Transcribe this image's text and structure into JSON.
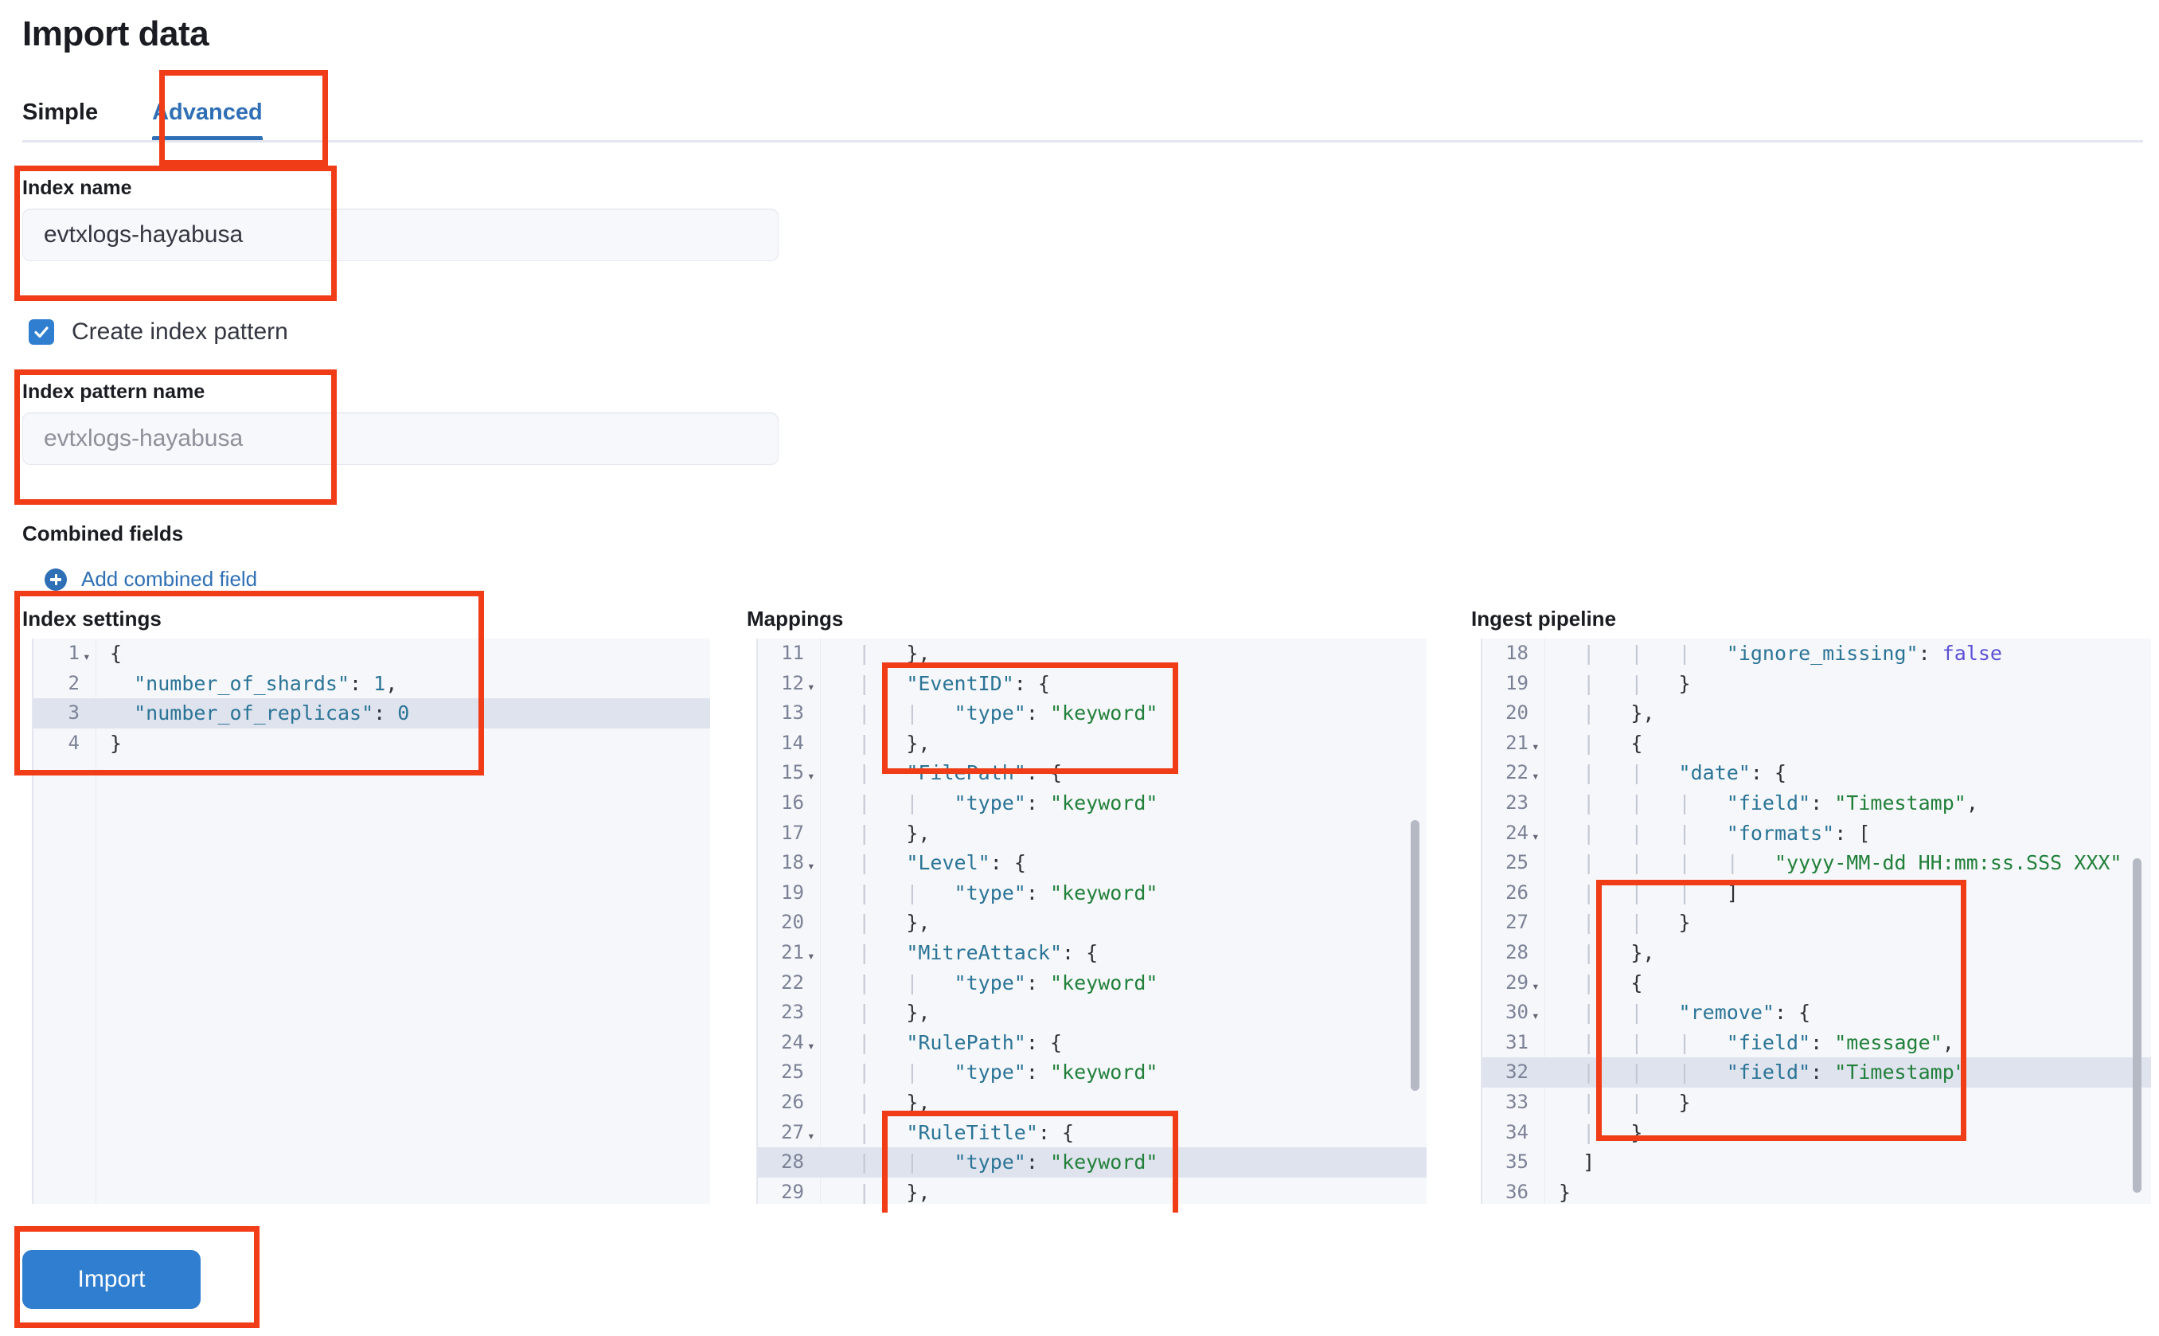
{
  "page": {
    "title": "Import data"
  },
  "tabs": [
    {
      "label": "Simple",
      "active": false
    },
    {
      "label": "Advanced",
      "active": true
    }
  ],
  "form": {
    "index_name": {
      "label": "Index name",
      "value": "evtxlogs-hayabusa"
    },
    "create_index_pattern": {
      "label": "Create index pattern",
      "checked": true
    },
    "index_pattern_name": {
      "label": "Index pattern name",
      "placeholder": "evtxlogs-hayabusa"
    },
    "combined_fields": {
      "label": "Combined fields",
      "add_link": "Add combined field"
    }
  },
  "editors": {
    "index_settings": {
      "title": "Index settings",
      "highlighted_line": 3,
      "lines": [
        {
          "n": 1,
          "fold": true,
          "text": "{"
        },
        {
          "n": 2,
          "fold": false,
          "text": "  \"number_of_shards\": 1,"
        },
        {
          "n": 3,
          "fold": false,
          "text": "  \"number_of_replicas\": 0"
        },
        {
          "n": 4,
          "fold": false,
          "text": "}"
        }
      ]
    },
    "mappings": {
      "title": "Mappings",
      "highlighted_line": 28,
      "lines": [
        {
          "n": 11,
          "fold": false,
          "text": "  |   },"
        },
        {
          "n": 12,
          "fold": true,
          "text": "  |   \"EventID\": {"
        },
        {
          "n": 13,
          "fold": false,
          "text": "  |   |   \"type\": \"keyword\""
        },
        {
          "n": 14,
          "fold": false,
          "text": "  |   },"
        },
        {
          "n": 15,
          "fold": true,
          "text": "  |   \"FilePath\": {"
        },
        {
          "n": 16,
          "fold": false,
          "text": "  |   |   \"type\": \"keyword\""
        },
        {
          "n": 17,
          "fold": false,
          "text": "  |   },"
        },
        {
          "n": 18,
          "fold": true,
          "text": "  |   \"Level\": {"
        },
        {
          "n": 19,
          "fold": false,
          "text": "  |   |   \"type\": \"keyword\""
        },
        {
          "n": 20,
          "fold": false,
          "text": "  |   },"
        },
        {
          "n": 21,
          "fold": true,
          "text": "  |   \"MitreAttack\": {"
        },
        {
          "n": 22,
          "fold": false,
          "text": "  |   |   \"type\": \"keyword\""
        },
        {
          "n": 23,
          "fold": false,
          "text": "  |   },"
        },
        {
          "n": 24,
          "fold": true,
          "text": "  |   \"RulePath\": {"
        },
        {
          "n": 25,
          "fold": false,
          "text": "  |   |   \"type\": \"keyword\""
        },
        {
          "n": 26,
          "fold": false,
          "text": "  |   },"
        },
        {
          "n": 27,
          "fold": true,
          "text": "  |   \"RuleTitle\": {"
        },
        {
          "n": 28,
          "fold": false,
          "text": "  |   |   \"type\": \"keyword\""
        },
        {
          "n": 29,
          "fold": false,
          "text": "  |   },"
        }
      ]
    },
    "ingest_pipeline": {
      "title": "Ingest pipeline",
      "highlighted_line": 32,
      "lines": [
        {
          "n": 18,
          "fold": false,
          "text": "  |   |   |   \"ignore_missing\": false"
        },
        {
          "n": 19,
          "fold": false,
          "text": "  |   |   }"
        },
        {
          "n": 20,
          "fold": false,
          "text": "  |   },"
        },
        {
          "n": 21,
          "fold": true,
          "text": "  |   {"
        },
        {
          "n": 22,
          "fold": true,
          "text": "  |   |   \"date\": {"
        },
        {
          "n": 23,
          "fold": false,
          "text": "  |   |   |   \"field\": \"Timestamp\","
        },
        {
          "n": 24,
          "fold": true,
          "text": "  |   |   |   \"formats\": ["
        },
        {
          "n": 25,
          "fold": false,
          "text": "  |   |   |   |   \"yyyy-MM-dd HH:mm:ss.SSS XXX\""
        },
        {
          "n": 26,
          "fold": false,
          "text": "  |   |   |   ]"
        },
        {
          "n": 27,
          "fold": false,
          "text": "  |   |   }"
        },
        {
          "n": 28,
          "fold": false,
          "text": "  |   },"
        },
        {
          "n": 29,
          "fold": true,
          "text": "  |   {"
        },
        {
          "n": 30,
          "fold": true,
          "text": "  |   |   \"remove\": {"
        },
        {
          "n": 31,
          "fold": false,
          "text": "  |   |   |   \"field\": \"message\","
        },
        {
          "n": 32,
          "fold": false,
          "text": "  |   |   |   \"field\": \"Timestamp\""
        },
        {
          "n": 33,
          "fold": false,
          "text": "  |   |   }"
        },
        {
          "n": 34,
          "fold": false,
          "text": "  |   }"
        },
        {
          "n": 35,
          "fold": false,
          "text": "  ]"
        },
        {
          "n": 36,
          "fold": false,
          "text": "}"
        }
      ]
    }
  },
  "actions": {
    "import_label": "Import"
  },
  "colors": {
    "accent_blue": "#2f7ed0",
    "link_blue": "#2f6fb5",
    "annotation_red": "#f03c17",
    "json_key": "#2b7496",
    "json_string": "#22803b",
    "json_boolean": "#5b4fd6",
    "editor_bg": "#f5f7fa",
    "highlight_row": "#dfe3ee"
  }
}
